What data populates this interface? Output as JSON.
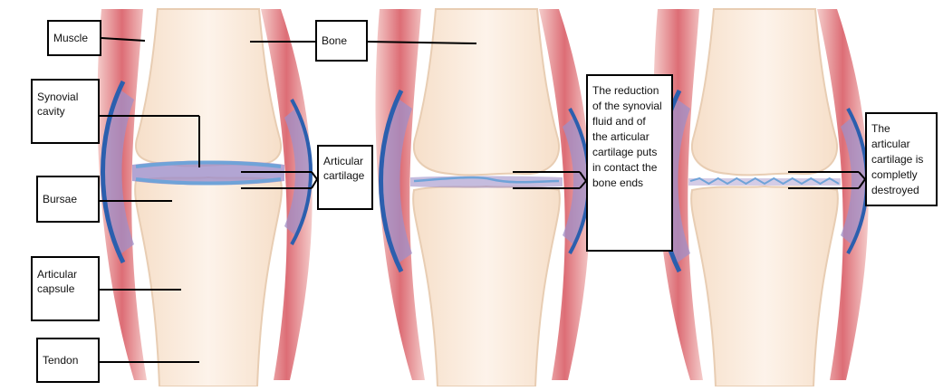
{
  "panel_1_labels": {
    "muscle": "Muscle",
    "synovial_cavity": "Synovial\ncavity",
    "bursae": "Bursae",
    "articular_capsule": "Articular\ncapsule",
    "tendon": "Tendon",
    "bone": "Bone",
    "articular_cartilage": "Articular\ncartilage"
  },
  "panel_2_labels": {
    "reduction_note": "The reduction\nof the synovial\nfluid and of\nthe articular\ncartilage puts\nin contact the\nbone ends"
  },
  "panel_3_labels": {
    "destroyed_note": "The articular\ncartilage is\ncompletly\ndestroyed"
  },
  "colors": {
    "muscle": "#d9646b",
    "muscle_light": "#f2c2c0",
    "bone": "#fbeadb",
    "bone_edge": "#e8cdb3",
    "capsule_blue": "#2b5fae",
    "synovial_purple": "#9f8fc8",
    "cartilage_blue": "#6fa3d8"
  }
}
